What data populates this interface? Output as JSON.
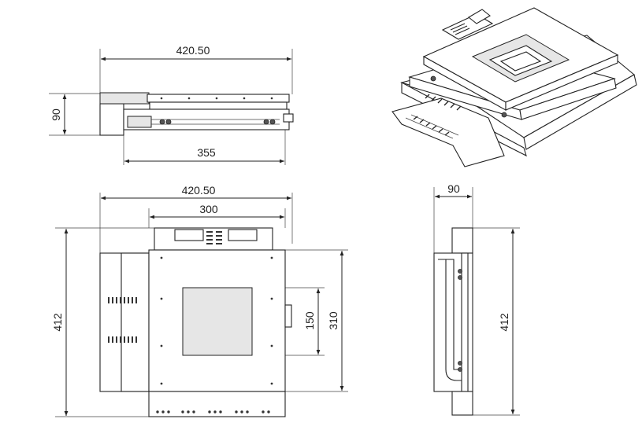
{
  "dimensions": {
    "side_width": "420.50",
    "side_height": "90",
    "side_base": "355",
    "top_width": "420.50",
    "top_inner": "300",
    "top_aperture": "150",
    "top_height": "412",
    "top_aperture_h": "150",
    "top_plate_h": "310",
    "end_width": "90",
    "end_height": "412"
  }
}
